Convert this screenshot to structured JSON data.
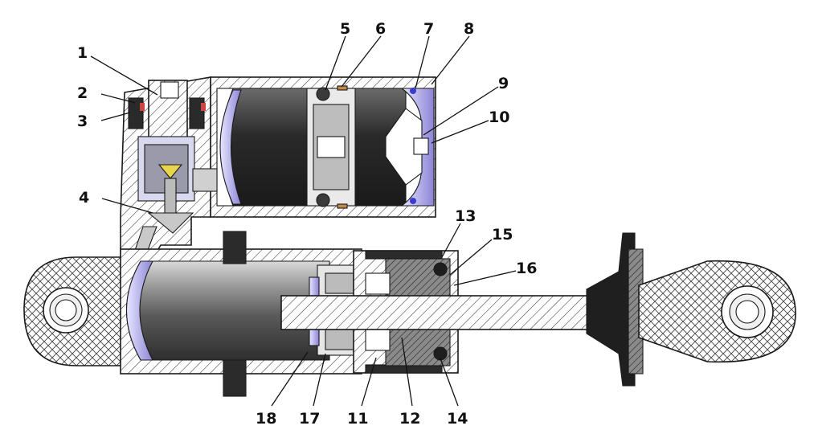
{
  "callouts": {
    "c1": "1",
    "c2": "2",
    "c3": "3",
    "c4": "4",
    "c5": "5",
    "c6": "6",
    "c7": "7",
    "c8": "8",
    "c9": "9",
    "c10": "10",
    "c11": "11",
    "c12": "12",
    "c13": "13",
    "c14": "14",
    "c15": "15",
    "c16": "16",
    "c17": "17",
    "c18": "18"
  },
  "colors": {
    "hatch": "#2b2b2b",
    "body_fill": "#ffffff",
    "bore_fill": "#4a4a4a",
    "seal_purple": "#6a5acd",
    "valve_yellow": "#e8d44d"
  }
}
